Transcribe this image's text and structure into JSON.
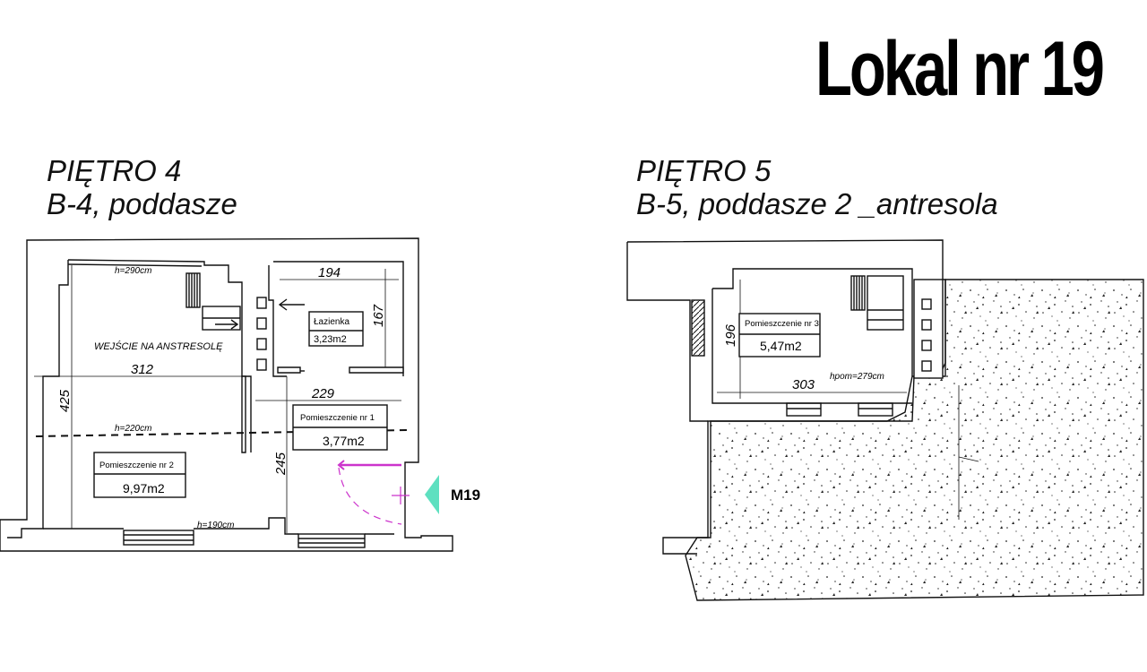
{
  "title": "Lokal nr 19",
  "floor4": {
    "floor_label": "PIĘTRO 4",
    "subtitle": "B-4, poddasze",
    "height_top": "h=290cm",
    "height_middle": "h=220cm",
    "height_bottom": "h=190cm",
    "entrance_label": "WEJŚCIE NA ANSTRESOLĘ",
    "dimensions": {
      "d194": "194",
      "d167": "167",
      "d312": "312",
      "d229": "229",
      "d425": "425",
      "d245": "245"
    },
    "rooms": [
      {
        "name": "Łazienka",
        "area": "3,23m2"
      },
      {
        "name": "Pomieszczenie nr 1",
        "area": "3,77m2"
      },
      {
        "name": "Pomieszczenie nr 2",
        "area": "9,97m2"
      }
    ],
    "marker_label": "M19",
    "marker_color": "#5ee0c0",
    "door_color": "#cc33cc"
  },
  "floor5": {
    "floor_label": "PIĘTRO 5",
    "subtitle": "B-5, poddasze 2 _antresola",
    "height_label": "hpom=279cm",
    "dimensions": {
      "d196": "196",
      "d303": "303"
    },
    "rooms": [
      {
        "name": "Pomieszczenie nr 3",
        "area": "5,47m2"
      }
    ]
  }
}
